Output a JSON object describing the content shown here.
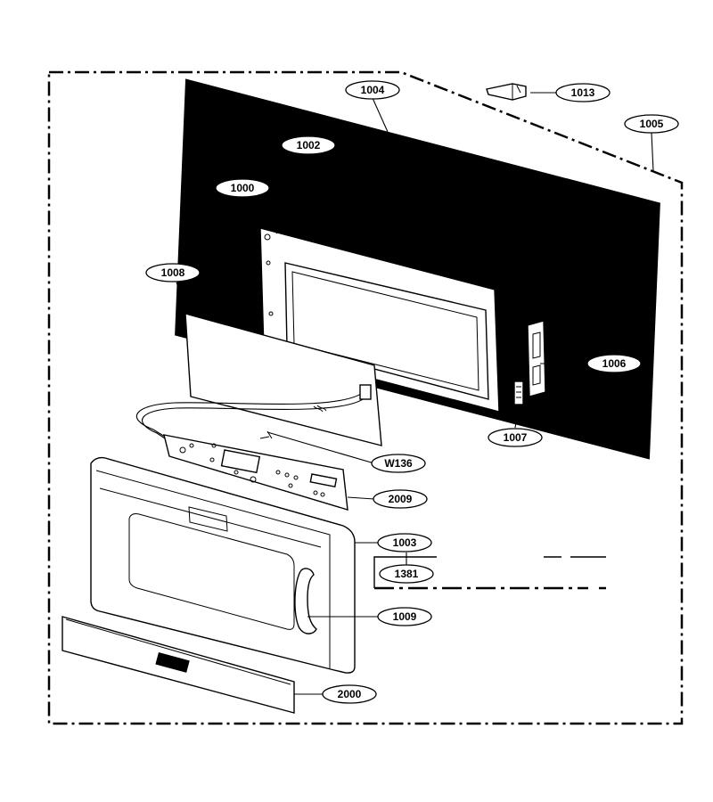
{
  "diagram": {
    "parts": [
      {
        "id": "p1013",
        "label": "1013"
      },
      {
        "id": "p1004",
        "label": "1004"
      },
      {
        "id": "p1005",
        "label": "1005"
      },
      {
        "id": "p1002",
        "label": "1002"
      },
      {
        "id": "p1000",
        "label": "1000"
      },
      {
        "id": "p1008",
        "label": "1008"
      },
      {
        "id": "p1006",
        "label": "1006"
      },
      {
        "id": "p1007",
        "label": "1007"
      },
      {
        "id": "pW136",
        "label": "W136"
      },
      {
        "id": "p2009",
        "label": "2009"
      },
      {
        "id": "p1003",
        "label": "1003"
      },
      {
        "id": "p1381",
        "label": "1381"
      },
      {
        "id": "p1009",
        "label": "1009"
      },
      {
        "id": "p2000",
        "label": "2000"
      }
    ]
  }
}
